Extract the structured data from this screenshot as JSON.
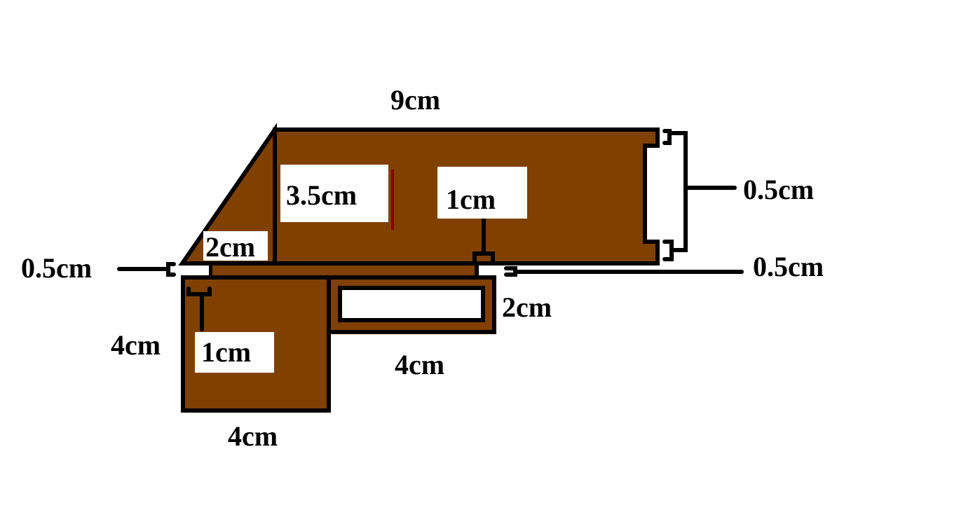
{
  "colors": {
    "wood": "#804000",
    "outline": "#000000",
    "background": "#ffffff",
    "label_bg": "#ffffff",
    "red_mark": "#8b0000"
  },
  "labels": {
    "top_length": "9cm",
    "barrel_height": "3.5cm",
    "barrel_inner": "1cm",
    "right_bracket": "0.5cm",
    "right_lower": "0.5cm",
    "left_gap": "0.5cm",
    "triangle_base": "2cm",
    "magazine_height": "2cm",
    "magazine_width": "4cm",
    "grip_height": "4cm",
    "grip_inner": "1cm",
    "grip_width": "4cm"
  }
}
